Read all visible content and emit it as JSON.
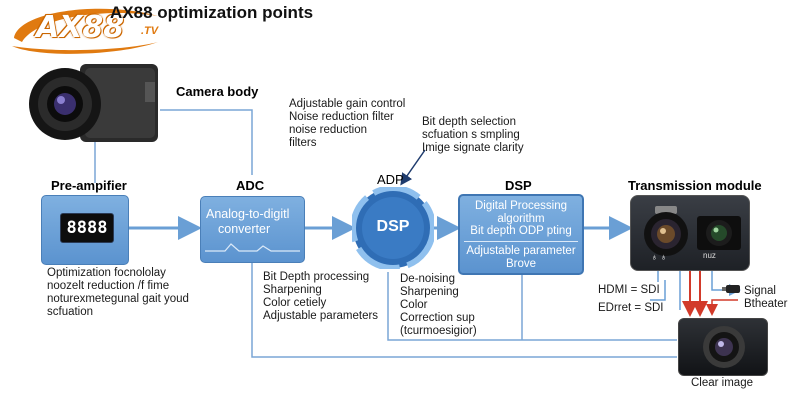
{
  "header": {
    "title": "AX88 optimization points"
  },
  "logo": {
    "text": "AX88",
    "suffix": ".TV"
  },
  "camera": {
    "label": "Camera body"
  },
  "preamp": {
    "title": "Pre-ampifier",
    "display": "8888",
    "notes": [
      "Optimization focnololay",
      "noozelt reduction /f fime",
      "noturexmetegunal gait youd",
      "scfuation"
    ]
  },
  "adc": {
    "title": "ADC",
    "box_lines": [
      "Analog-to-digitl",
      "converter"
    ],
    "notes_top": [
      "Adjustable gain control",
      "Noise reduction filter",
      "noise reduction",
      "filters"
    ],
    "notes_bottom": [
      "Bit Depth processing",
      "Sharpening",
      "Color cetiely",
      "Adjustable parameters"
    ]
  },
  "dsp_circle": {
    "label": "DSP",
    "tag": "ADP",
    "notes_top": [
      "Bit depth selection",
      "scfuation s smpling",
      "Imige signate clarity"
    ],
    "notes_bottom": [
      "De-noising",
      "Sharpening",
      "Color",
      "Correction sup",
      "(tcurmoesigior)"
    ]
  },
  "dsp_box": {
    "title": "DSP",
    "lines": [
      "Digital Processing",
      "algorithm",
      "Bit depth ODP pting"
    ],
    "footer": [
      "Adjustable parameter",
      "Brove"
    ]
  },
  "transmission": {
    "title": "Transmission module",
    "badge": "nuz",
    "outputs": [
      "HDMI = SDI",
      "EDrret = SDI"
    ],
    "signal": [
      "Signal",
      "Btheater"
    ]
  },
  "output": {
    "label": "Clear image"
  },
  "colors": {
    "accent": "#5b93cf",
    "line": "#7aa6d6",
    "red": "#d23a2a",
    "orange": "#e07a10"
  }
}
